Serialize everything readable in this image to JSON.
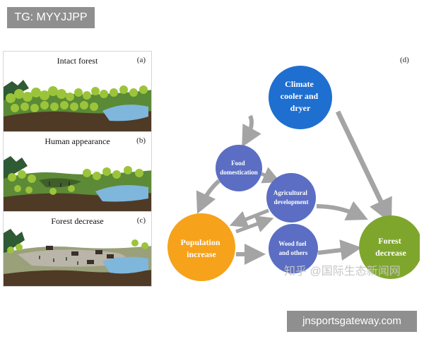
{
  "tag_label": "TG: MYYJJPP",
  "panels": [
    {
      "title": "Intact forest",
      "letter": "(a)"
    },
    {
      "title": "Human appearance",
      "letter": "(b)"
    },
    {
      "title": "Forest decrease",
      "letter": "(c)"
    }
  ],
  "diagram": {
    "letter": "(d)",
    "nodes": {
      "climate": {
        "lines": [
          "Climate",
          "cooler and",
          "dryer"
        ],
        "color": "#1f6fd0"
      },
      "food": {
        "lines": [
          "Food",
          "domestication"
        ],
        "color": "#5b6ec3"
      },
      "agri": {
        "lines": [
          "Agricultural",
          "development"
        ],
        "color": "#5b6ec3"
      },
      "population": {
        "lines": [
          "Population",
          "increase"
        ],
        "color": "#f7a21b"
      },
      "wood": {
        "lines": [
          "Wood fuel",
          "and others"
        ],
        "color": "#5b6ec3"
      },
      "forest": {
        "lines": [
          "Forest",
          "decrease"
        ],
        "color": "#7fa62c"
      }
    }
  },
  "watermark": "知乎 @国际生态新闻网",
  "site_label": "jnsportsgateway.com"
}
